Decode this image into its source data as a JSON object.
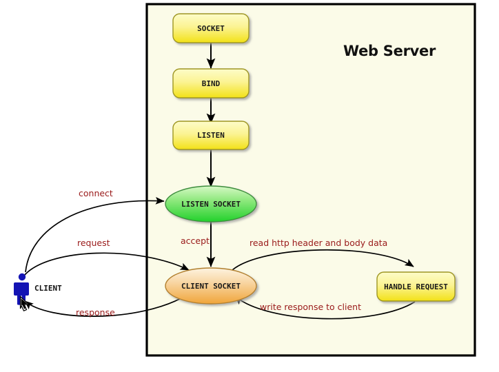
{
  "diagram": {
    "title": "Web Server",
    "container_label": "web-server-boundary",
    "background_color": "#fbfbe8",
    "border_color": "#000000",
    "label_color": "#991919",
    "nodes": [
      {
        "id": "socket",
        "label": "SOCKET",
        "shape": "rounded-rect",
        "fill_top": "#fdfbaf",
        "fill_bottom": "#f3e228",
        "stroke": "#a39a1e"
      },
      {
        "id": "bind",
        "label": "BIND",
        "shape": "rounded-rect",
        "fill_top": "#fdfbaf",
        "fill_bottom": "#f3e228",
        "stroke": "#a39a1e"
      },
      {
        "id": "listen",
        "label": "LISTEN",
        "shape": "rounded-rect",
        "fill_top": "#fdfbaf",
        "fill_bottom": "#f3e228",
        "stroke": "#a39a1e"
      },
      {
        "id": "listen-socket",
        "label": "LISTEN SOCKET",
        "shape": "ellipse",
        "fill_top": "#c6f5b3",
        "fill_bottom": "#33d636",
        "stroke": "#3a8a3a"
      },
      {
        "id": "client-socket",
        "label": "CLIENT SOCKET",
        "shape": "ellipse",
        "fill_top": "#fbefd5",
        "fill_bottom": "#f1a73e",
        "stroke": "#b07b2c"
      },
      {
        "id": "handle-request",
        "label": "HANDLE REQUEST",
        "shape": "rounded-rect",
        "fill_top": "#fdfbaf",
        "fill_bottom": "#f3e228",
        "stroke": "#a39a1e"
      }
    ],
    "actor": {
      "id": "client",
      "label": "CLIENT",
      "color": "#1414b4"
    },
    "edges": [
      {
        "id": "socket-to-bind",
        "label": "",
        "from": "socket",
        "to": "bind"
      },
      {
        "id": "bind-to-listen",
        "label": "",
        "from": "bind",
        "to": "listen"
      },
      {
        "id": "listen-to-listen-socket",
        "label": "",
        "from": "listen",
        "to": "listen-socket"
      },
      {
        "id": "client-connect",
        "label": "connect",
        "from": "client",
        "to": "listen-socket"
      },
      {
        "id": "accept",
        "label": "accept",
        "from": "listen-socket",
        "to": "client-socket"
      },
      {
        "id": "client-request",
        "label": "request",
        "from": "client",
        "to": "client-socket"
      },
      {
        "id": "client-response",
        "label": "response",
        "from": "client-socket",
        "to": "client"
      },
      {
        "id": "read-http",
        "label": "read http header and body data",
        "from": "client-socket",
        "to": "handle-request"
      },
      {
        "id": "write-response",
        "label": "write response to client",
        "from": "handle-request",
        "to": "client-socket"
      }
    ]
  }
}
